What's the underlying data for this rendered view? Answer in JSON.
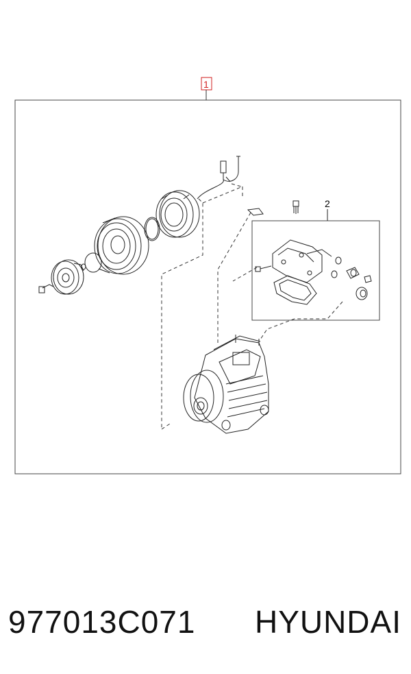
{
  "diagram": {
    "callouts": [
      {
        "id": "1",
        "label": "1",
        "color": "#d21f1f"
      },
      {
        "id": "2",
        "label": "2",
        "color": "#000000"
      }
    ]
  },
  "footer": {
    "part_number": "977013C071",
    "brand": "HYUNDAI"
  }
}
